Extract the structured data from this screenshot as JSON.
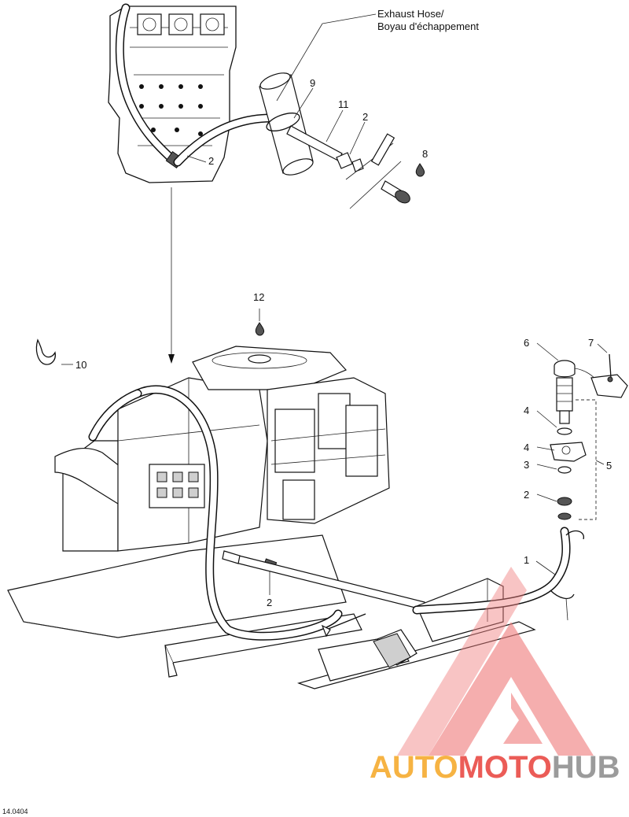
{
  "annotation": {
    "line1": "Exhaust Hose/",
    "line2": "Boyau d'échappement"
  },
  "callouts": {
    "c9": "9",
    "c11": "11",
    "c2_top": "2",
    "c8": "8",
    "c2_engine_top": "2",
    "c12": "12",
    "c10": "10",
    "c6": "6",
    "c7": "7",
    "c4a": "4",
    "c4b": "4",
    "c5": "5",
    "c3": "3",
    "c2_right": "2",
    "c1": "1",
    "c2_bottom": "2"
  },
  "figure_number": "14.0404",
  "watermark": {
    "part1": "AUTO",
    "part2": "MOTO",
    "part3": "HUB",
    "color_orange": "#f5a623",
    "color_red": "#e8403a",
    "color_gray": "#8a8a8a"
  }
}
